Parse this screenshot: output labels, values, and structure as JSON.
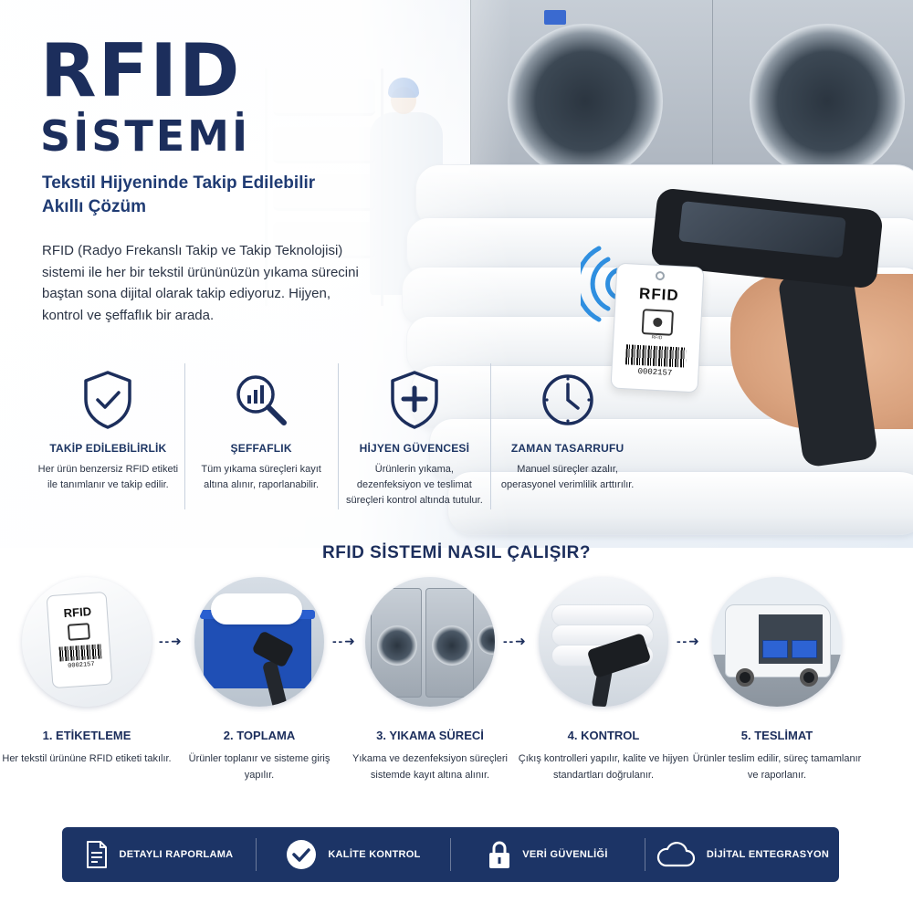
{
  "hero": {
    "title_line1": "RFID",
    "title_line2": "SİSTEMİ",
    "subtitle": "Tekstil Hijyeninde Takip Edilebilir Akıllı Çözüm",
    "description": "RFID (Radyo Frekanslı Takip ve Takip Teknolojisi) sistemi ile her bir tekstil ürününüzün yıkama sürecini baştan sona dijital olarak takip ediyoruz. Hijyen, kontrol ve şeffaflık bir arada.",
    "tag": {
      "label": "RFID",
      "chip_label": "RFID",
      "number": "0002157"
    }
  },
  "features": [
    {
      "icon": "shield-check-icon",
      "name": "TAKİP EDİLEBİLİRLİK",
      "text": "Her ürün benzersiz RFID etiketi ile tanımlanır ve takip edilir."
    },
    {
      "icon": "magnifier-chart-icon",
      "name": "ŞEFFAFLIK",
      "text": "Tüm yıkama süreçleri kayıt altına alınır, raporlanabilir."
    },
    {
      "icon": "shield-plus-icon",
      "name": "HİJYEN GÜVENCESİ",
      "text": "Ürünlerin yıkama, dezenfeksiyon ve teslimat süreçleri kontrol altında tutulur."
    },
    {
      "icon": "clock-icon",
      "name": "ZAMAN TASARRUFU",
      "text": "Manuel süreçler azalır, operasyonel verimlilik arttırılır."
    }
  ],
  "process": {
    "title": "RFID SİSTEMİ NASIL ÇALIŞIR?",
    "steps": [
      {
        "name": "1. ETİKETLEME",
        "text": "Her tekstil ürününe RFID etiketi takılır.",
        "tag_label": "RFID",
        "tag_number": "0002157"
      },
      {
        "name": "2. TOPLAMA",
        "text": "Ürünler toplanır ve sisteme giriş yapılır."
      },
      {
        "name": "3. YIKAMA SÜRECİ",
        "text": "Yıkama ve dezenfeksiyon süreçleri sistemde kayıt altına alınır."
      },
      {
        "name": "4. KONTROL",
        "text": "Çıkış kontrolleri yapılır, kalite ve hijyen standartları doğrulanır."
      },
      {
        "name": "5. TESLİMAT",
        "text": "Ürünler teslim edilir, süreç tamamlanır ve raporlanır."
      }
    ]
  },
  "footer": {
    "items": [
      {
        "icon": "report-document-icon",
        "label": "DETAYLI RAPORLAMA"
      },
      {
        "icon": "check-circle-icon",
        "label": "KALİTE KONTROL"
      },
      {
        "icon": "padlock-icon",
        "label": "VERİ GÜVENLİĞİ"
      },
      {
        "icon": "cloud-icon",
        "label": "DİJİTAL ENTEGRASYON"
      }
    ]
  },
  "colors": {
    "navy": "#1c2e5c",
    "footer_bg": "#1c3466",
    "accent_blue": "#2f8fe0"
  }
}
